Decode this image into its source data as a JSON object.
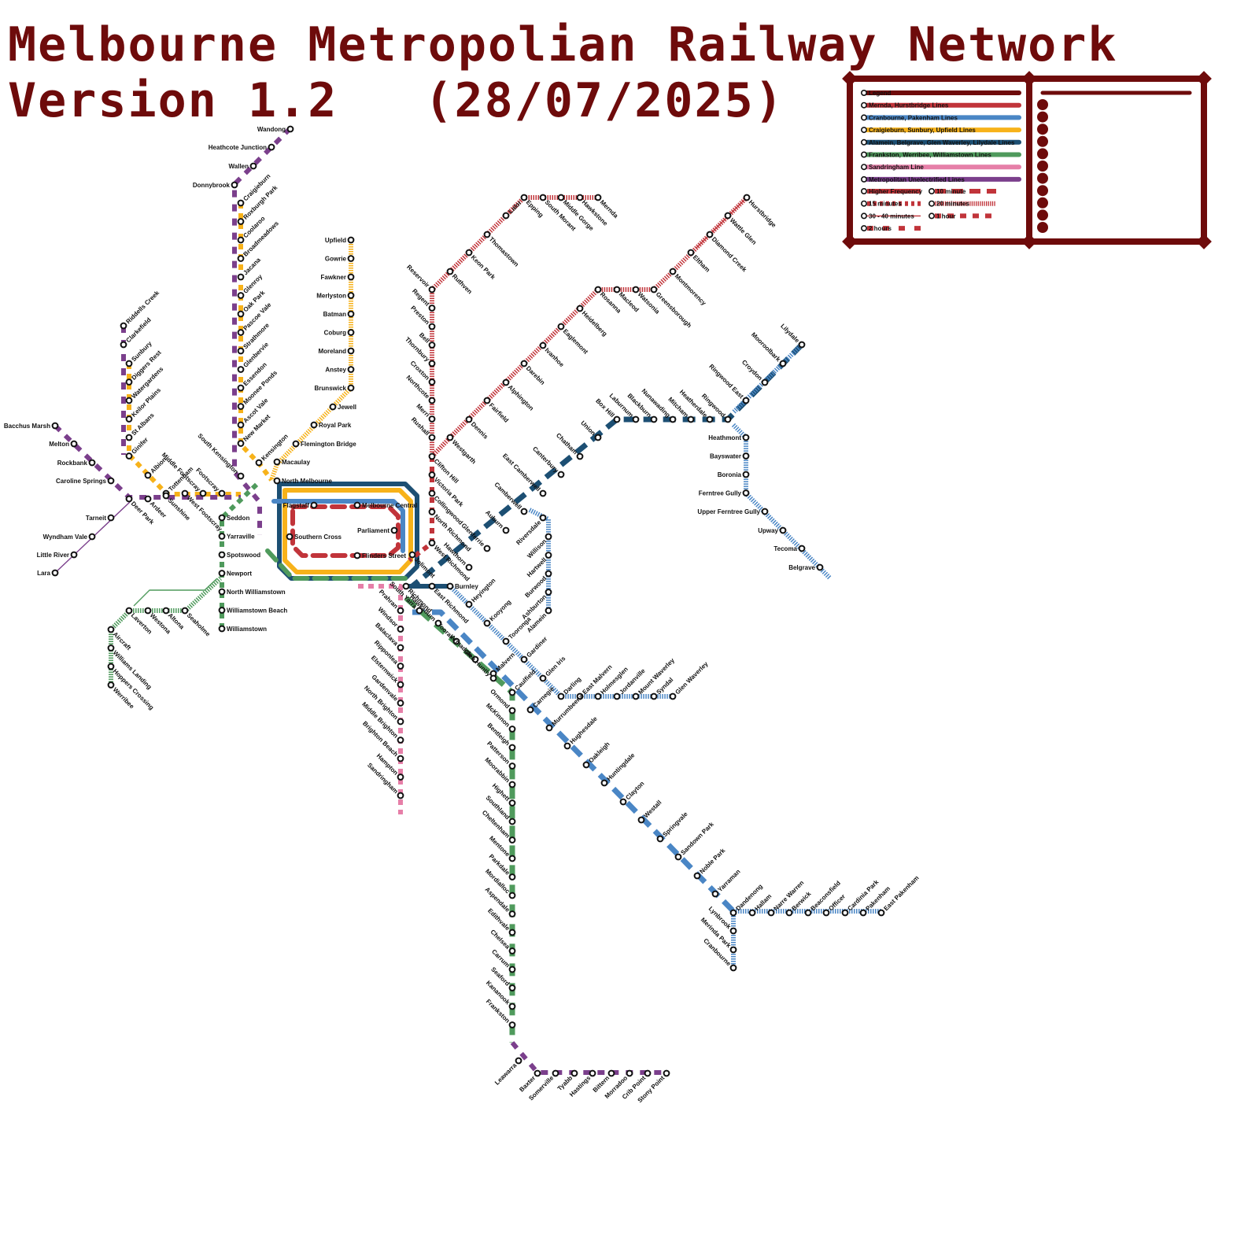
{
  "title": {
    "line1": "Melbourne Metropolian Railway Network",
    "version": "Version 1.2",
    "date": "(28/07/2025)"
  },
  "colors": {
    "frame": "#6e0b0b",
    "mernda": "#c1343a",
    "cranbourne": "#4a86c5",
    "craigieburn": "#f7b21a",
    "burnley": "#1c4f73",
    "frankston": "#4f9a5c",
    "sandringham": "#e67fa8",
    "unelectrified": "#7b3f8c"
  },
  "legend": {
    "items": [
      {
        "label": "Legend",
        "color": "#6e0b0b"
      },
      {
        "label": "Mernda, Hurstbridge Lines",
        "color": "#c1343a"
      },
      {
        "label": "Cranbourne, Pakenham Lines",
        "color": "#4a86c5"
      },
      {
        "label": "Craigieburn, Sunbury, Upfield Lines",
        "color": "#f7b21a"
      },
      {
        "label": "Alamein, Belgrave, Glen Waverley, Lilydale Lines",
        "color": "#1c4f73"
      },
      {
        "label": "Frankston, Werribee, Williamstown Lines",
        "color": "#4f9a5c"
      },
      {
        "label": "Sandringham Line",
        "color": "#e67fa8"
      },
      {
        "label": "Metropolitan Unelectrified Lines",
        "color": "#7b3f8c"
      }
    ],
    "frequencies": [
      {
        "label": "Higher Frequency",
        "style": "solid"
      },
      {
        "label": "10 minute",
        "style": "dash-long"
      },
      {
        "label": "15 minutes",
        "style": "dash-short"
      },
      {
        "label": "20 minutes",
        "style": "hatch"
      },
      {
        "label": "30 - 40 minutes",
        "style": "thin"
      },
      {
        "label": "1 hour",
        "style": "dash-box"
      },
      {
        "label": "2 hours",
        "style": "dash-sparse"
      }
    ]
  },
  "stations": {
    "upfield": [
      "Upfield",
      "Gowrie",
      "Fawkner",
      "Merlyston",
      "Batman",
      "Coburg",
      "Moreland",
      "Anstey",
      "Brunswick",
      "Jewell",
      "Royal Park",
      "Flemington Bridge",
      "Macaulay",
      "North Melbourne"
    ],
    "craigieburn": [
      "Wandong",
      "Heathcote Junction",
      "Wallen",
      "Donnybrook",
      "Craigieburn",
      "Roxburgh Park",
      "Coolaroo",
      "Broadmeadows",
      "Jacana",
      "Glenroy",
      "Oak Park",
      "Pascoe Vale",
      "Strathmore",
      "Glenbervie",
      "Essendon",
      "Moonee Ponds",
      "Ascot Vale",
      "New Market",
      "Kensington",
      "South Kensington"
    ],
    "sunbury": [
      "Riddells Creek",
      "Clarkefield",
      "Sunbury",
      "Diggers Rest",
      "Watergardens",
      "Keilor Plains",
      "St Albans",
      "Ginifer",
      "Albion",
      "Tottenham",
      "West Footscray",
      "Middle Footscray",
      "Footscray",
      "Sunshine"
    ],
    "west": [
      "Bacchus Marsh",
      "Melton",
      "Rockbank",
      "Caroline Springs",
      "Deer Park",
      "Ardeer",
      "Tarneit",
      "Wyndham Vale",
      "Little River",
      "Lara"
    ],
    "werribee": [
      "Seddon",
      "Yarraville",
      "Spotswood",
      "Newport",
      "North Williamstown",
      "Williamstown Beach",
      "Williamstown",
      "Laverton",
      "Westona",
      "Altona",
      "Seaholme",
      "Aircraft",
      "Williams Landing",
      "Hoppers Crossing",
      "Werribee"
    ],
    "city": [
      "Southern Cross",
      "Flagstaff",
      "Melbourne Central",
      "Parliament",
      "Flinders Street",
      "Jolimont",
      "Richmond"
    ],
    "mernda": [
      "Mernda",
      "Hawkstone",
      "Middle Gorge",
      "South Morant",
      "Epping",
      "Lalor",
      "Thomastown",
      "Keon Park",
      "Ruthven",
      "Reservoir",
      "Regent",
      "Preston",
      "Bell",
      "Thornbury",
      "Croxton",
      "Northcote",
      "Merri",
      "Rushall",
      "Clifton Hill",
      "Victoria Park",
      "Collingwood",
      "North Richmond",
      "West Richmond"
    ],
    "hurstbridge": [
      "Hurstbridge",
      "Wattle Glen",
      "Diamond Creek",
      "Eltham",
      "Montmorency",
      "Greensborough",
      "Watsonia",
      "Macleod",
      "Rosanna",
      "Heidelberg",
      "Eaglemont",
      "Ivanhoe",
      "Darebin",
      "Alphington",
      "Fairfield",
      "Dennis",
      "Westgarth"
    ],
    "lilydale": [
      "Lilydale",
      "Mooroolbark",
      "Croydon",
      "Ringwood East",
      "Ringwood",
      "Heatherdale",
      "Mitcham",
      "Nunawading",
      "Blackburn",
      "Laburnum",
      "Box Hill",
      "Union",
      "Chatham",
      "Canterbury",
      "East Camberwell",
      "Camberwell",
      "Auburn",
      "Glenferrie",
      "Hawthorn",
      "Burnley",
      "East Richmond"
    ],
    "belgrave": [
      "Heathmont",
      "Bayswater",
      "Boronia",
      "Ferntree Gully",
      "Upper Ferntree Gully",
      "Upway",
      "Tecoma",
      "Belgrave"
    ],
    "alamein": [
      "Riversdale",
      "Willison",
      "Hartwell",
      "Burwood",
      "Ashburton",
      "Alamein"
    ],
    "glenwaverley": [
      "Heyington",
      "Kooyong",
      "Tooronga",
      "Gardiner",
      "Glen Iris",
      "Darling",
      "East Malvern",
      "Holmesglen",
      "Jordanville",
      "Mount Waverley",
      "Syndal",
      "Glen Waverley"
    ],
    "sandringham": [
      "Prahran",
      "Windsor",
      "Balaclava",
      "Ripponlea",
      "Elsternwick",
      "Gardenvale",
      "North Brighton",
      "Middle Brighton",
      "Brighton Beach",
      "Hampton",
      "Sandringham"
    ],
    "pakenham": [
      "South Yarra",
      "Hawksburn",
      "Toorak",
      "Armadale",
      "Malvern",
      "Caulfield",
      "Carnegie",
      "Murrumbeena",
      "Hughesdale",
      "Oakleigh",
      "Huntingdale",
      "Clayton",
      "Westall",
      "Springvale",
      "Sandown Park",
      "Noble Park",
      "Yarraman",
      "Dandenong",
      "Hallam",
      "Narre Warren",
      "Berwick",
      "Beaconsfield",
      "Officer",
      "Cardinia Park",
      "Pakenham",
      "East Pakenham",
      "Lynbrook",
      "Merinda Park",
      "Cranbourne"
    ],
    "frankston": [
      "Glen Huntly",
      "Ormond",
      "McKinnon",
      "Bentleigh",
      "Patterson",
      "Moorabbin",
      "Highett",
      "Southland",
      "Cheltenham",
      "Mentone",
      "Parkdale",
      "Mordialloc",
      "Aspendale",
      "Edithvale",
      "Chelsea",
      "Carrum",
      "Seaford",
      "Kananook",
      "Frankston"
    ],
    "stony": [
      "Leawarra",
      "Baxter",
      "Somerville",
      "Tyabb",
      "Hastings",
      "Bittern",
      "Morradoo",
      "Crib Point",
      "Stony Point"
    ]
  }
}
